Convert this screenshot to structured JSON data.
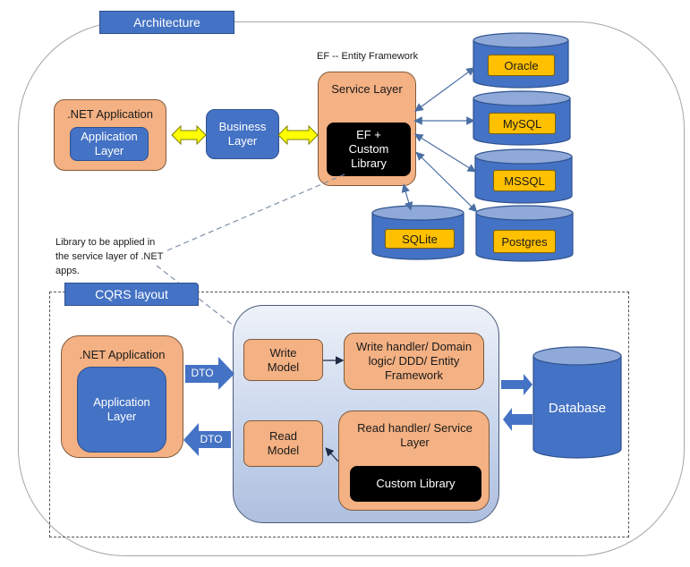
{
  "architecture": {
    "title": "Architecture",
    "ef_note": "EF -- Entity Framework",
    "net_app": {
      "title": ".NET Application",
      "inner": "Application Layer"
    },
    "business_layer": "Business Layer",
    "service_layer": {
      "title": "Service Layer",
      "inner": "EF + Custom Library"
    },
    "databases": [
      "Oracle",
      "MySQL",
      "MSSQL",
      "SQLite",
      "Postgres"
    ],
    "library_note": "Library to be applied in the service layer of .NET apps."
  },
  "cqrs": {
    "title": "CQRS layout",
    "net_app": {
      "title": ".NET Application",
      "inner": "Application Layer"
    },
    "dto_in": "DTO",
    "dto_out": "DTO",
    "write_model": "Write Model",
    "write_handler": "Write handler/ Domain logic/ DDD/ Entity Framework",
    "read_model": "Read Model",
    "read_handler": "Read handler/ Service Layer",
    "custom_library": "Custom Library",
    "database": "Database"
  },
  "colors": {
    "blue": "#4472c4",
    "orange": "#f4b183",
    "yellow_label": "#ffc000",
    "yellow_arrow": "#ffff00",
    "black": "#000000"
  }
}
